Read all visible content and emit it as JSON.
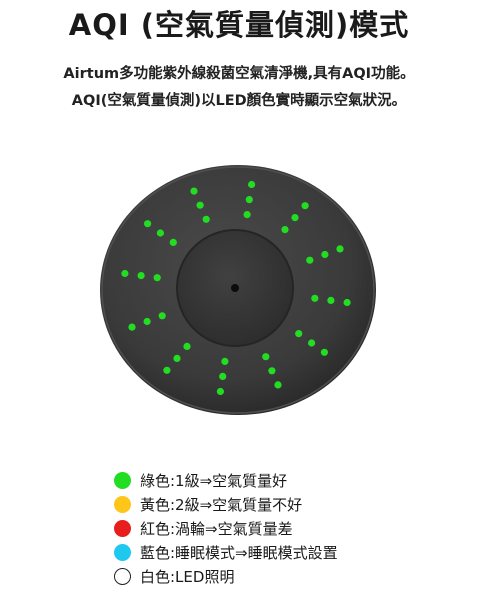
{
  "title": "AQI (空氣質量偵測)模式",
  "description": {
    "line1": "Airtum多功能紫外線殺菌空氣清淨機,具有AQI功能。",
    "line2": "AQI(空氣質量偵測)以LED顏色實時顯示空氣狀況。"
  },
  "device": {
    "body_color": "#3a3a3a",
    "led_color": "#22dd22"
  },
  "legend": [
    {
      "color": "#22dd22",
      "outline": false,
      "text": "綠色:1級⇒空氣質量好"
    },
    {
      "color": "#ffc61a",
      "outline": false,
      "text": "黃色:2級⇒空氣質量不好"
    },
    {
      "color": "#e81e1e",
      "outline": false,
      "text": "紅色:渦輪⇒空氣質量差"
    },
    {
      "color": "#1ec8ef",
      "outline": false,
      "text": "藍色:睡眠模式⇒睡眠模式設置"
    },
    {
      "color": "#ffffff",
      "outline": true,
      "text": "白色:LED照明"
    }
  ]
}
